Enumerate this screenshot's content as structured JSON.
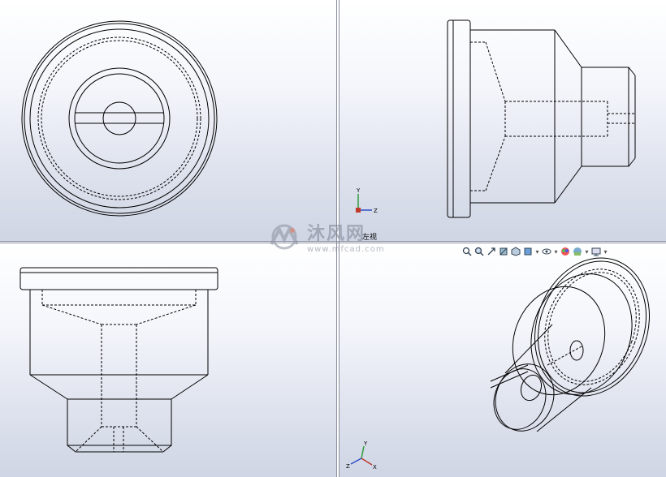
{
  "viewports": {
    "top_left": {
      "name": "front-view"
    },
    "top_right": {
      "name": "side-view",
      "label": "左视"
    },
    "bottom_left": {
      "name": "top-view"
    },
    "bottom_right": {
      "name": "isometric-view"
    }
  },
  "triad": {
    "x_label": "Z",
    "y_label": "Y",
    "iso_x": "X",
    "iso_y": "Y",
    "iso_z": "Z"
  },
  "toolbar": {
    "icons": [
      "zoom-to-fit-icon",
      "zoom-area-icon",
      "previous-view-icon",
      "section-view-icon",
      "view-orientation-icon",
      "display-style-icon",
      "hide-show-icon",
      "edit-appearance-icon",
      "apply-scene-icon",
      "view-settings-icon"
    ]
  },
  "watermark": {
    "title": "沐风网",
    "url": "www.mfcad.com"
  },
  "colors": {
    "line": "#000000",
    "triad_x": "#c0392b",
    "triad_y": "#2e9e3c",
    "triad_z": "#2d4fc8"
  }
}
